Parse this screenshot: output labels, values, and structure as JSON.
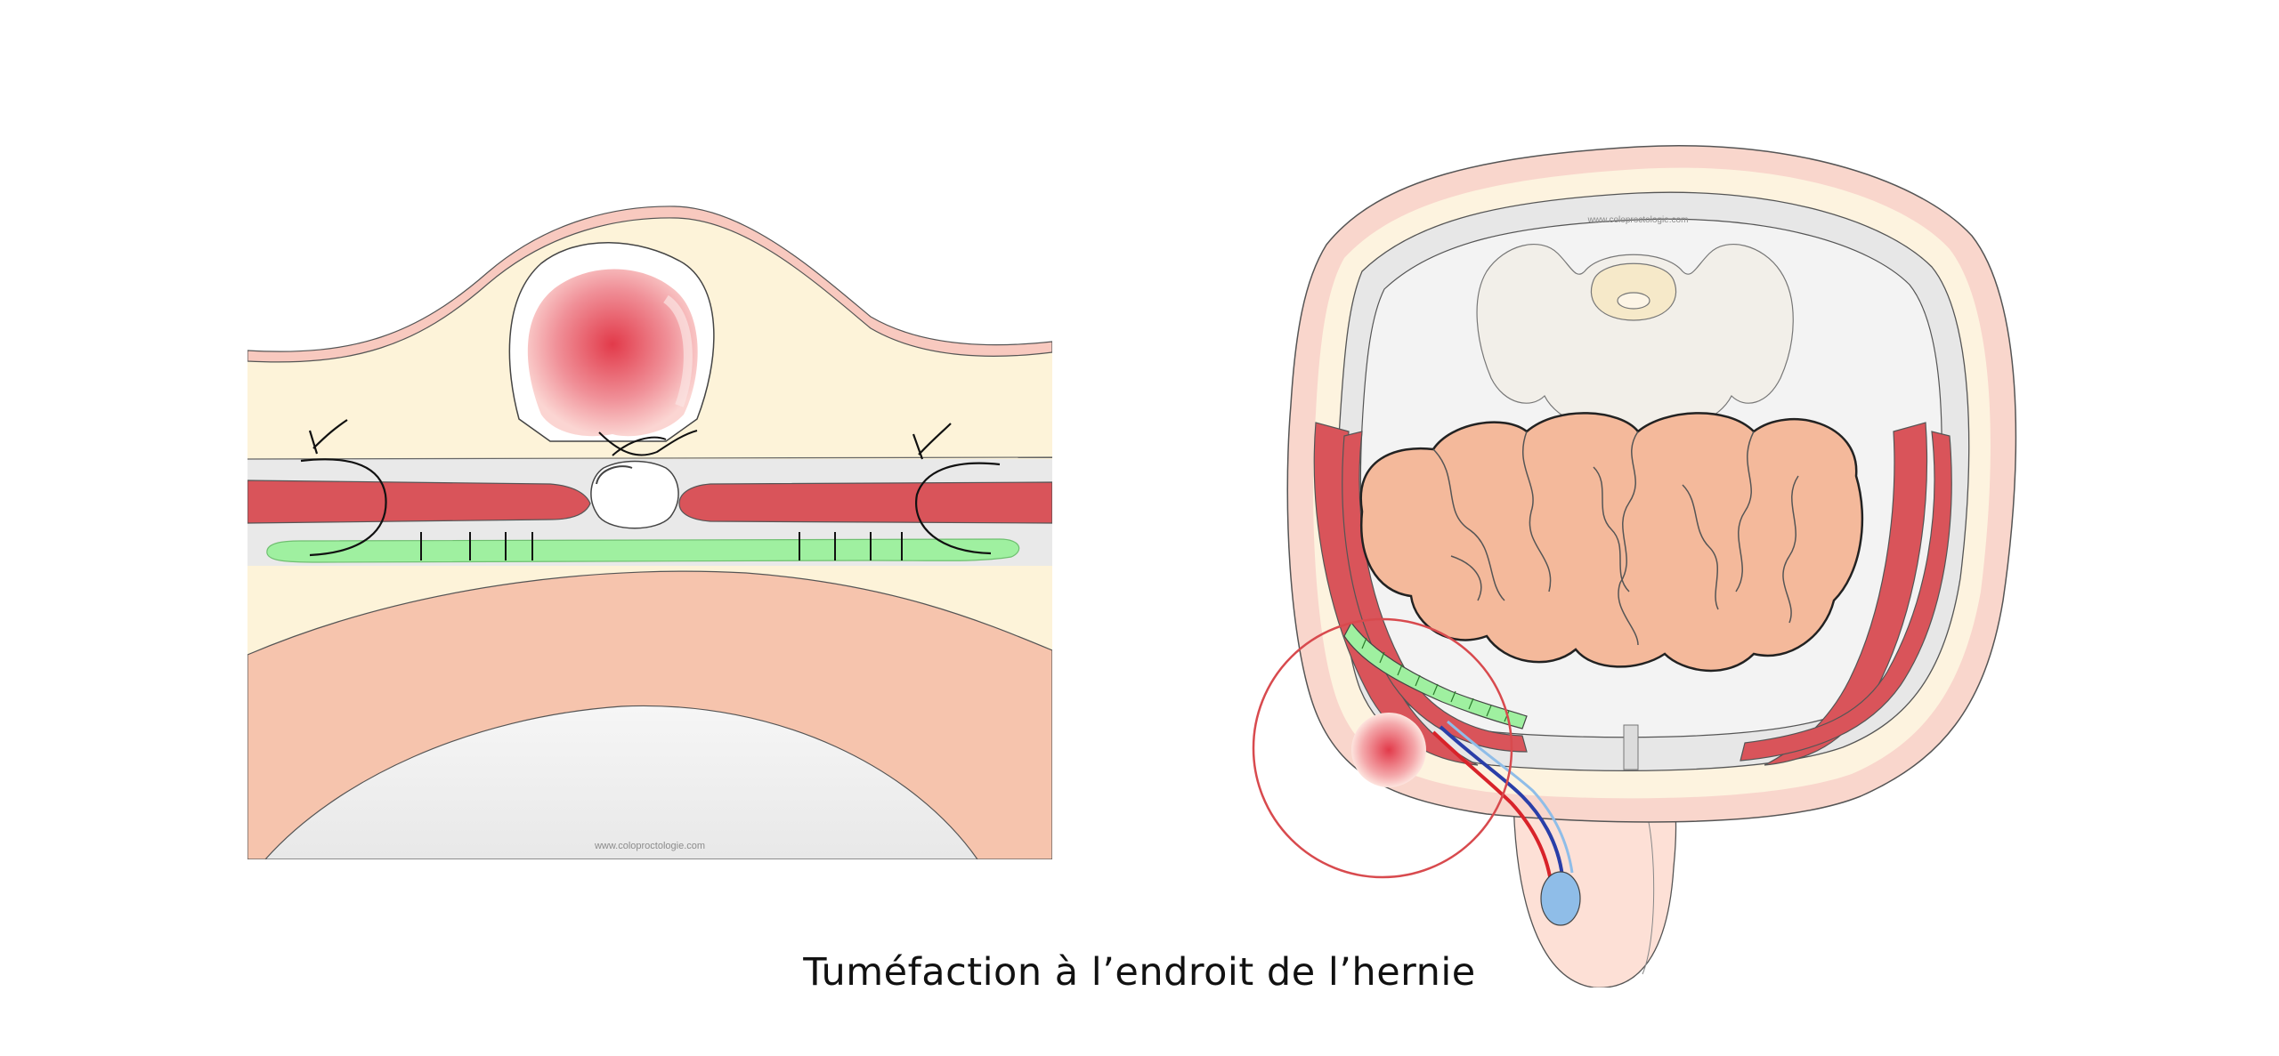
{
  "caption": "Tuméfaction à l’endroit de l’hernie",
  "left_panel": {
    "watermark": "www.coloproctologie.com"
  },
  "right_panel": {
    "watermark": "www.coloproctologie.com"
  },
  "colors": {
    "skin": "#f9d8cc",
    "fat": "#fdf3d9",
    "muscle": "#d9545a",
    "fascia": "#e6e6e6",
    "mesh": "#9ff0a0",
    "intestine": "#f4b99b",
    "bone": "#f2efe9",
    "hernia_sac": "#e94c56",
    "vessel_blue": "#2a3ea8",
    "vessel_red": "#d8232a",
    "testis": "#8fbde8",
    "highlight_circle": "#d84a4e"
  }
}
